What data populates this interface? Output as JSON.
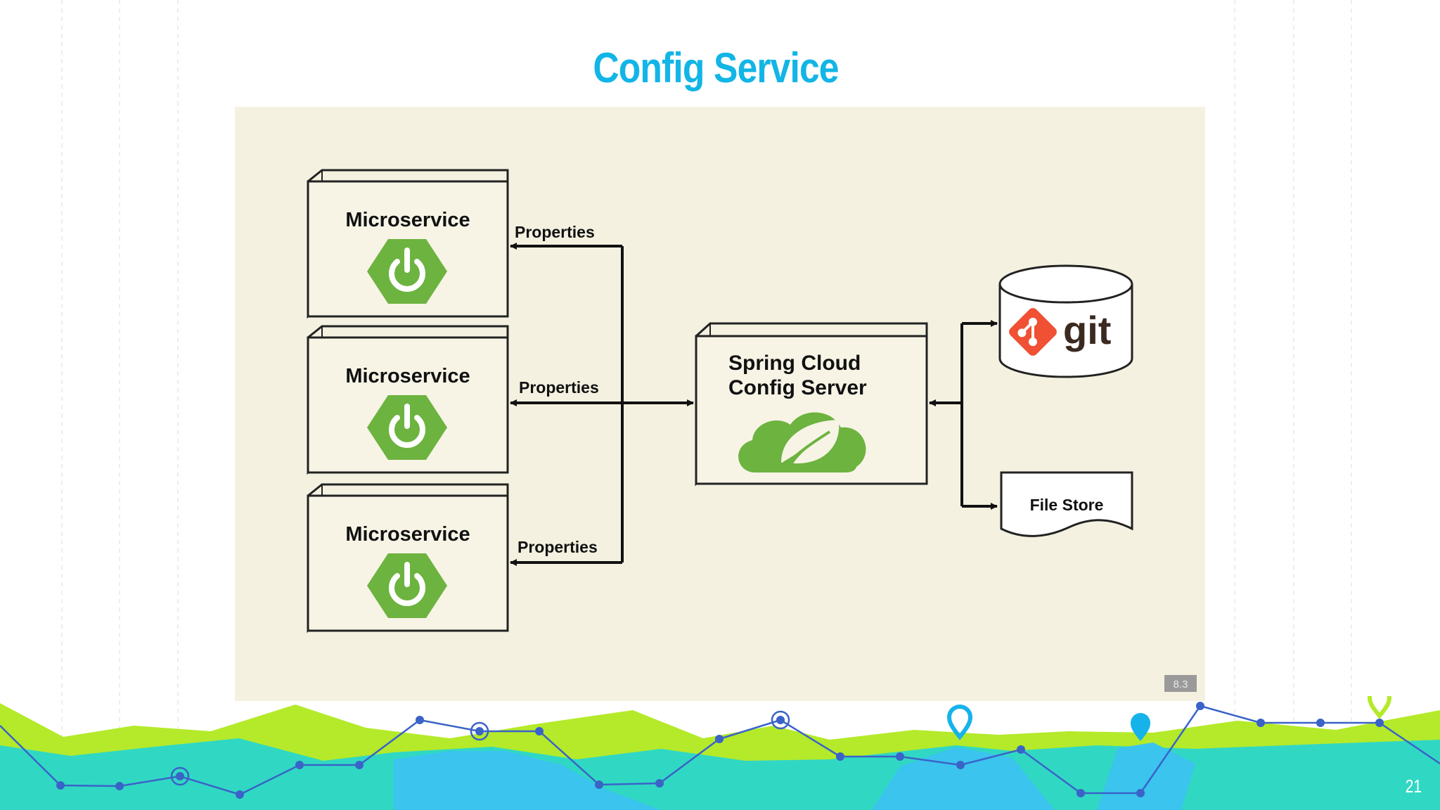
{
  "slide": {
    "title": "Config Service",
    "page_number": "21"
  },
  "diagram": {
    "microservices": [
      {
        "label": "Microservice",
        "edge_label": "Properties"
      },
      {
        "label": "Microservice",
        "edge_label": "Properties"
      },
      {
        "label": "Microservice",
        "edge_label": "Properties"
      }
    ],
    "server": {
      "line1": "Spring Cloud",
      "line2": "Config Server"
    },
    "git_label": "git",
    "file_store_label": "File Store",
    "corner_tag": "8.3"
  },
  "colors": {
    "title": "#12b5e6",
    "spring_green": "#6db33f",
    "git_orange": "#f05033",
    "panel_bg": "#f4f1e1",
    "footer_lime": "#b4ea2a",
    "footer_teal": "#30d8c4",
    "footer_cyan": "#3ac4ee",
    "footer_line": "#3a63c8"
  }
}
